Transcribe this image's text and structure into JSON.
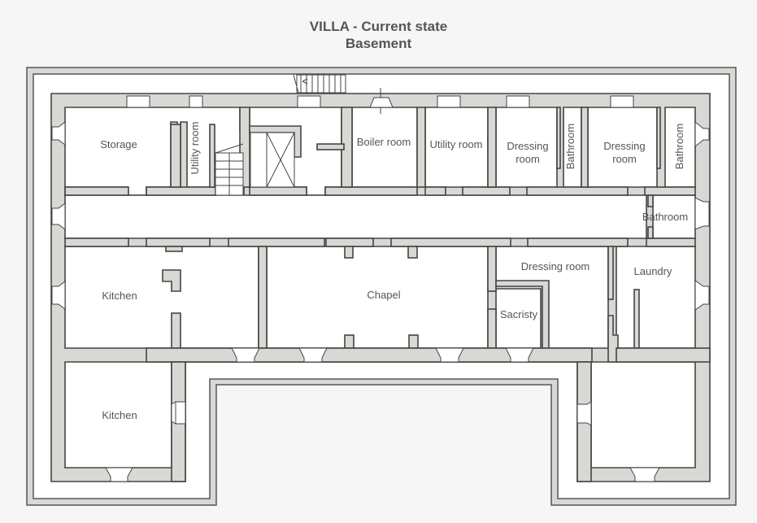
{
  "header": {
    "title": "VILLA - Current state",
    "subtitle": "Basement"
  },
  "rooms": {
    "storage": "Storage",
    "utility_room_1": "Utility room",
    "boiler_room": "Boiler room",
    "utility_room_2": "Utility room",
    "dressing_room_1_line1": "Dressing",
    "dressing_room_1_line2": "room",
    "bathroom_1": "Bathroom",
    "dressing_room_2_line1": "Dressing",
    "dressing_room_2_line2": "room",
    "bathroom_2": "Bathroom",
    "bathroom_3": "Bathroom",
    "kitchen_1": "Kitchen",
    "chapel": "Chapel",
    "dressing_room_3": "Dressing room",
    "sacristy": "Sacristy",
    "laundry": "Laundry",
    "kitchen_2": "Kitchen"
  },
  "colors": {
    "wall_fill": "#d9d8d4",
    "wall_stroke": "#444444",
    "floor": "#ffffff",
    "background": "#f6f6f6",
    "text": "#555555"
  }
}
